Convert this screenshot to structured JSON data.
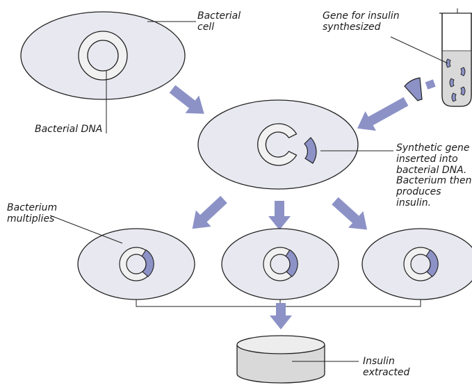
{
  "labels": {
    "bacterial_cell": "Bacterial\ncell",
    "bacterial_dna": "Bacterial DNA",
    "gene_synthesized": "Gene for insulin\nsynthesized",
    "synthetic_gene": "Synthetic gene\ninserted into\nbacterial DNA.\nBacterium then\nproduces\ninsulin.",
    "bacterium_multiplies": "Bacterium\nmultiplies",
    "insulin_extracted": "Insulin\nextracted"
  },
  "colors": {
    "cell_fill": "#e8e8f0",
    "dna_fill": "#f1f1f1",
    "gene_fill": "#8c92c6",
    "arrow": "#8c92c6",
    "outline": "#222222"
  }
}
